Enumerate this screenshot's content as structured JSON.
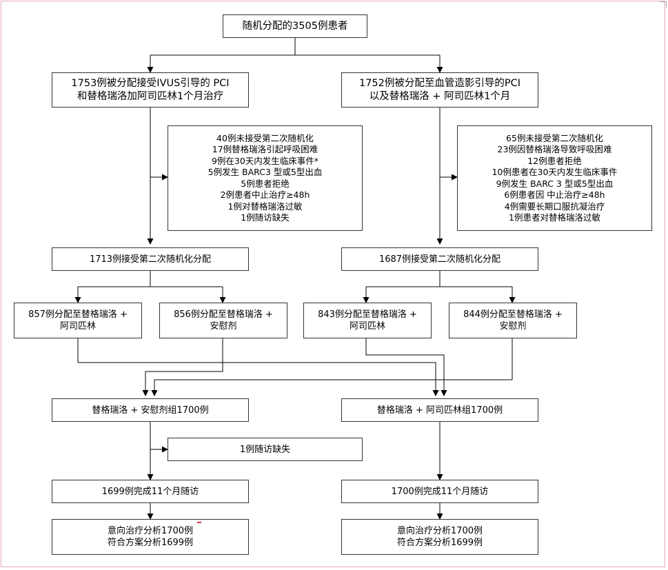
{
  "top": {
    "line1": "随机分配的3505例患者"
  },
  "ivus_group": {
    "line1": "1753例被分配接受IVUS引导的 PCI",
    "line2": "和替格瑞洛加阿司匹林1个月治疗"
  },
  "angio_group": {
    "line1": "1752例被分配至血管造影引导的PCI",
    "line2": "以及替格瑞洛 + 阿司匹林1个月"
  },
  "ivus_excluded": [
    "40例未接受第二次随机化",
    "17例替格瑞洛引起呼吸困难",
    "9例在30天内发生临床事件*",
    "5例发生 BARC3 型或5型出血",
    "5例患者拒绝",
    "2例患者中止治疗≥48h",
    "1例对替格瑞洛过敏",
    "1例随访缺失"
  ],
  "angio_excluded": [
    "65例未接受第二次随机化",
    "23例因替格瑞洛导致呼吸困难",
    "12例患者拒绝",
    "10例患者在30天内发生临床事件",
    "9例发生 BARC 3 型或5型出血",
    "6例患者因 中止治疗≥48h",
    "4例需要长期口服抗凝治疗",
    "1例患者对替格瑞洛过敏"
  ],
  "ivus_second": {
    "line1": "1713例接受第二次随机化分配"
  },
  "angio_second": {
    "line1": "1687例接受第二次随机化分配"
  },
  "sub": {
    "a": {
      "line1": "857例分配至替格瑞洛 +",
      "line2": "阿司匹林"
    },
    "b": {
      "line1": "856例分配至替格瑞洛 +",
      "line2": "安慰剂"
    },
    "c": {
      "line1": "843例分配至替格瑞洛 +",
      "line2": "阿司匹林"
    },
    "d": {
      "line1": "844例分配至替格瑞洛 +",
      "line2": "安慰剂"
    }
  },
  "placebo_group": {
    "line1": "替格瑞洛 + 安慰剂组1700例"
  },
  "aspirin_group": {
    "line1": "替格瑞洛 + 阿司匹林组1700例"
  },
  "lost_followup": {
    "line1": "1例随访缺失"
  },
  "placebo_followup": {
    "line1": "1699例完成11个月随访"
  },
  "aspirin_followup": {
    "line1": "1700例完成11个月随访"
  },
  "placebo_analysis": {
    "line1": "意向治疗分析1700例",
    "line2": "符合方案分析1699例"
  },
  "aspirin_analysis": {
    "line1": "意向治疗分析1700例",
    "line2": "符合方案分析1699例"
  }
}
